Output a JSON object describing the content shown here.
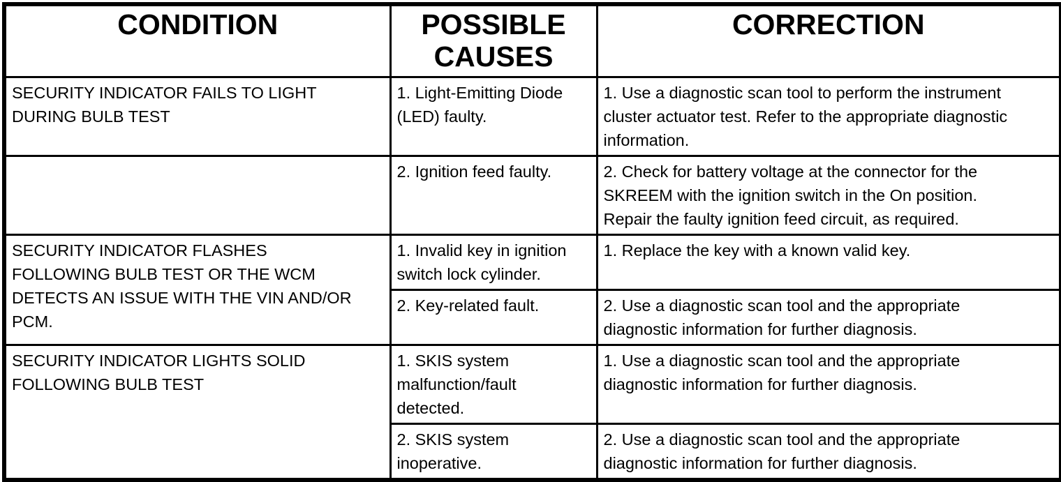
{
  "colors": {
    "border": "#000000",
    "background": "#ffffff",
    "text": "#000000"
  },
  "table": {
    "headers": {
      "condition": "CONDITION",
      "possible_causes": "POSSIBLE\nCAUSES",
      "correction": "CORRECTION"
    },
    "groups": [
      {
        "condition": "SECURITY INDICATOR FAILS TO LIGHT\nDURING BULB TEST",
        "rows": [
          {
            "cause": "1. Light-Emitting Diode\n(LED) faulty.",
            "correction": "1. Use a diagnostic scan tool to perform the instrument\ncluster actuator test. Refer to the appropriate diagnostic\ninformation."
          },
          {
            "cause": "2. Ignition feed faulty.",
            "correction": "2. Check for battery voltage at the connector for the\nSKREEM with the ignition switch in the On position.\nRepair the faulty ignition feed circuit, as required."
          }
        ]
      },
      {
        "condition": "SECURITY INDICATOR FLASHES\nFOLLOWING BULB TEST OR THE WCM\nDETECTS AN ISSUE WITH THE VIN AND/OR\nPCM.",
        "rows": [
          {
            "cause": "1. Invalid key in ignition\nswitch lock cylinder.",
            "correction": "1. Replace the key with a known valid key."
          },
          {
            "cause": "2. Key-related fault.",
            "correction": "2. Use a diagnostic scan tool and the appropriate\ndiagnostic information for further diagnosis."
          }
        ]
      },
      {
        "condition": "SECURITY INDICATOR LIGHTS SOLID\nFOLLOWING BULB TEST",
        "rows": [
          {
            "cause": "1. SKIS system\nmalfunction/fault\ndetected.",
            "correction": "1. Use a diagnostic scan tool and the appropriate\ndiagnostic information for further diagnosis."
          },
          {
            "cause": "2. SKIS system\ninoperative.",
            "correction": "2. Use a diagnostic scan tool and the appropriate\ndiagnostic information for further diagnosis."
          }
        ]
      }
    ]
  }
}
